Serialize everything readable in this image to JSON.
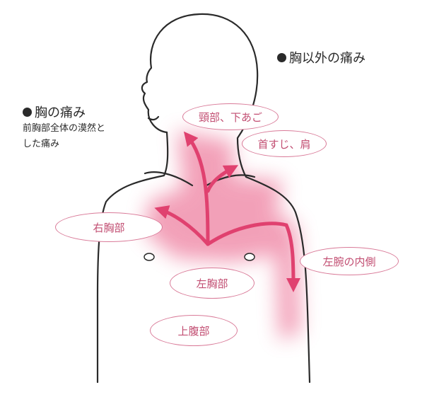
{
  "chest_pain": {
    "title": "胸の痛み",
    "description_line1": "前胸部全体の漠然と",
    "description_line2": "した痛み"
  },
  "other_pain": {
    "title": "胸以外の痛み"
  },
  "regions": {
    "neck_jaw": "頸部、下あご",
    "neck_shoulder": "首すじ、肩",
    "right_chest": "右胸部",
    "left_arm_inner": "左腕の内側",
    "left_chest": "左胸部",
    "upper_abdomen": "上腹部"
  },
  "colors": {
    "line": "#2a2a2a",
    "pain_glow": "#e8527f",
    "arrow": "#e0416f",
    "label_border": "#d97a98",
    "label_text": "#c24e72"
  }
}
